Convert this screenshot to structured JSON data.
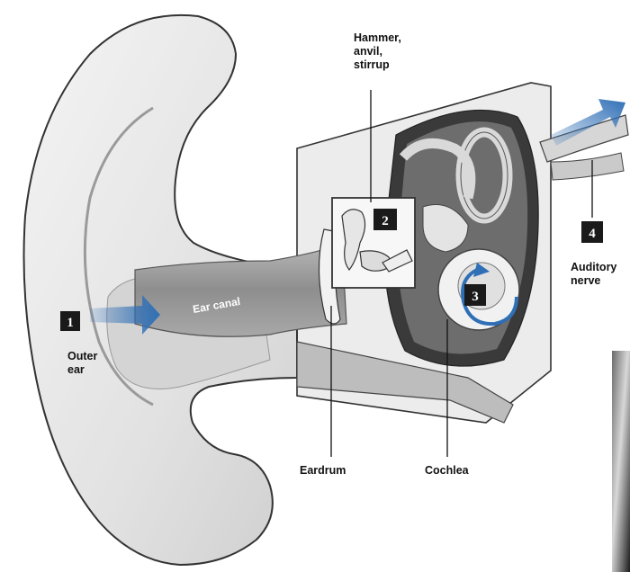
{
  "labels": {
    "hammer_line1": "Hammer,",
    "hammer_line2": "anvil,",
    "hammer_line3": "stirrup",
    "outer_ear_line1": "Outer",
    "outer_ear_line2": "ear",
    "ear_canal": "Ear canal",
    "eardrum": "Eardrum",
    "cochlea": "Cochlea",
    "auditory_line1": "Auditory",
    "auditory_line2": "nerve"
  },
  "badges": {
    "outer_ear": "1",
    "middle_ear": "2",
    "cochlea": "3",
    "auditory_nerve": "4"
  },
  "icons": {
    "sound_arrow": "arrow-right-icon",
    "signal_arrow": "arrow-up-right-icon",
    "rotation_arrow": "circular-arrow-icon"
  },
  "colors": {
    "arrow_blue": "#2f6fb6",
    "badge_bg": "#1a1a1a",
    "label_text": "#111111"
  }
}
